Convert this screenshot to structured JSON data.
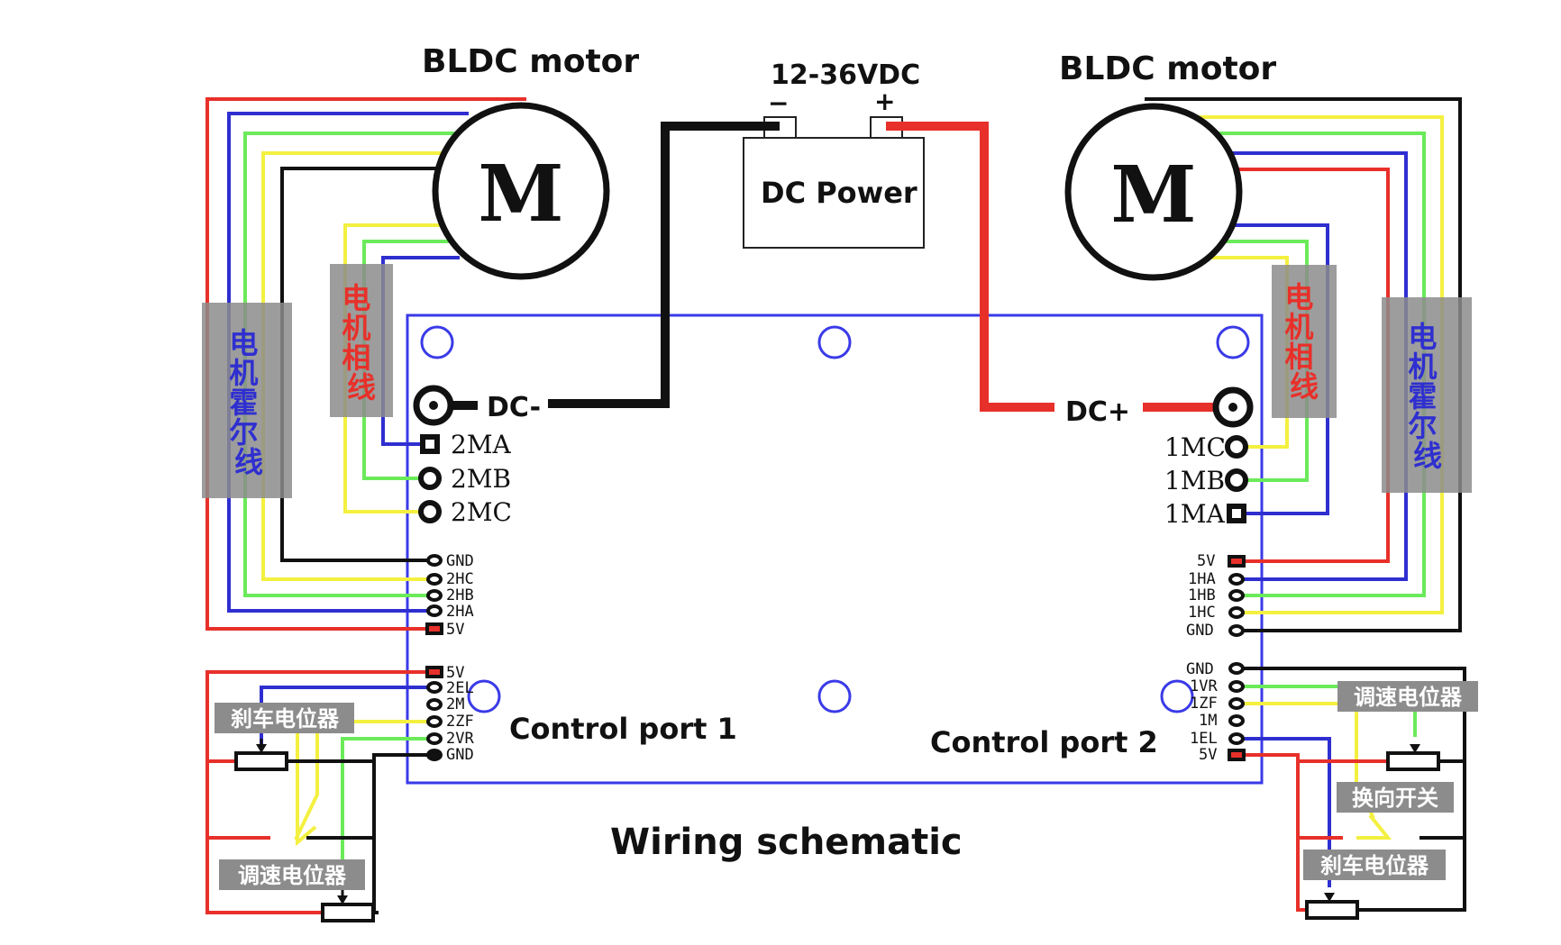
{
  "title": "Wiring schematic",
  "motor_left": {
    "label": "BLDC motor",
    "symbol": "M"
  },
  "motor_right": {
    "label": "BLDC motor",
    "symbol": "M"
  },
  "power": {
    "voltage": "12-36VDC",
    "label": "DC Power",
    "neg": "−",
    "pos": "+"
  },
  "board": {
    "dc_neg": "DC-",
    "dc_pos": "DC+",
    "left_phase_pins": [
      "2MA",
      "2MB",
      "2MC"
    ],
    "right_phase_pins": [
      "1MC",
      "1MB",
      "1MA"
    ],
    "left_hall_pins": [
      "GND",
      "2HC",
      "2HB",
      "2HA",
      "5V"
    ],
    "right_hall_pins": [
      "5V",
      "1HA",
      "1HB",
      "1HC",
      "GND"
    ],
    "left_ctrl_pins": [
      "5V",
      "2EL",
      "2M",
      "2ZF",
      "2VR",
      "GND"
    ],
    "right_ctrl_pins": [
      "GND",
      "1VR",
      "1ZF",
      "1M",
      "1EL",
      "5V"
    ],
    "control_port_1": "Control port 1",
    "control_port_2": "Control port 2"
  },
  "tags": {
    "hall_wire": "电机霍尔线",
    "phase_wire": "电机相线",
    "brake_pot": "刹车电位器",
    "speed_pot": "调速电位器",
    "direction_switch": "换向开关"
  },
  "colors": {
    "red": "#e8302a",
    "blue": "#2f2fd0",
    "green": "#6bea5a",
    "yellow": "#f4f040",
    "black": "#111111",
    "board_outline": "#3a3ae8",
    "tag_bg": "#8c8c8c"
  }
}
